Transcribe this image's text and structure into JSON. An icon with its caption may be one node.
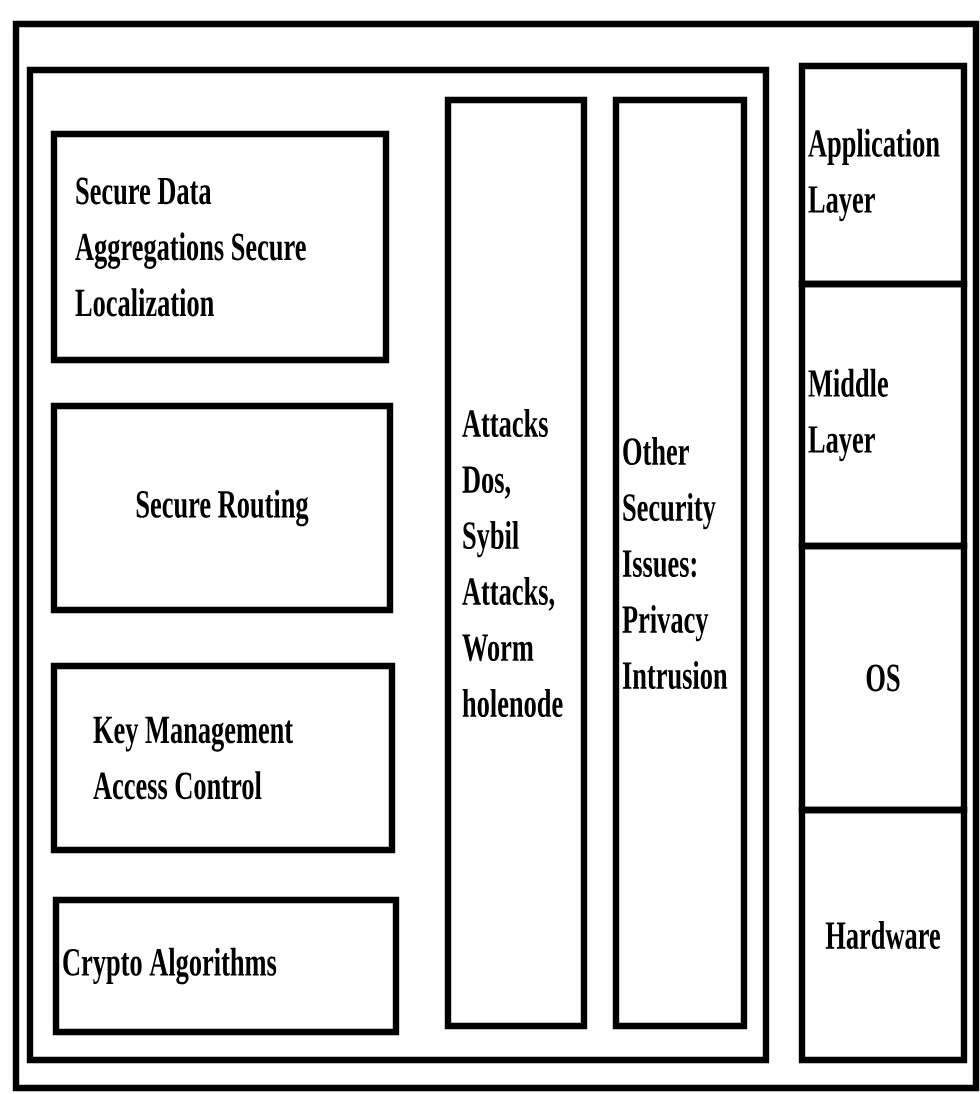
{
  "diagram": {
    "nodes": [
      {
        "text": [],
        "shape": "box"
      },
      {
        "text": [],
        "shape": "box",
        "in": 0
      },
      {
        "text": [
          "Secure Data Aggregations Secure Localization"
        ],
        "in": 1
      },
      {
        "text": [
          "Secure Routing"
        ],
        "in": 1
      },
      {
        "text": [
          "Key Management Access Control"
        ],
        "in": 1
      },
      {
        "text": [
          "Crypto Algorithms"
        ],
        "in": 1
      },
      {
        "text": [
          "Attacks Dos, Sybil Attacks, Worm holenode"
        ],
        "in": 1
      },
      {
        "text": [
          "Other Security Issues: Privacy Intrusion"
        ],
        "in": 1
      },
      {
        "text": [
          "Application Layer"
        ],
        "in": 0
      },
      {
        "text": [
          "Middle Layer"
        ],
        "in": 0
      },
      {
        "text": [
          "OS"
        ],
        "in": 0
      },
      {
        "text": [
          "Hardware"
        ],
        "in": 0
      }
    ]
  }
}
